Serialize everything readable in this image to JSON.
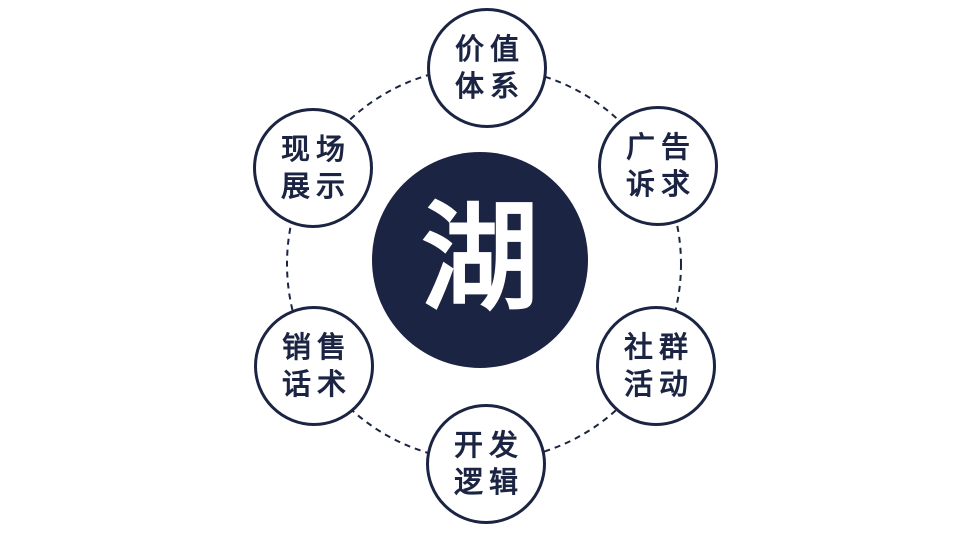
{
  "diagram": {
    "colors": {
      "navy": "#1b2442",
      "background": "#ffffff"
    },
    "hub": {
      "label": "湖"
    },
    "satellites": [
      {
        "id": "value-system",
        "position": "top",
        "line1": "价值",
        "line2": "体系"
      },
      {
        "id": "ad-appeal",
        "position": "top-right",
        "line1": "广告",
        "line2": "诉求"
      },
      {
        "id": "community-activity",
        "position": "bottom-right",
        "line1": "社群",
        "line2": "活动"
      },
      {
        "id": "dev-logic",
        "position": "bottom",
        "line1": "开发",
        "line2": "逻辑"
      },
      {
        "id": "sales-script",
        "position": "bottom-left",
        "line1": "销售",
        "line2": "话术"
      },
      {
        "id": "site-display",
        "position": "top-left",
        "line1": "现场",
        "line2": "展示"
      }
    ],
    "ring": {
      "style": "dashed"
    }
  }
}
